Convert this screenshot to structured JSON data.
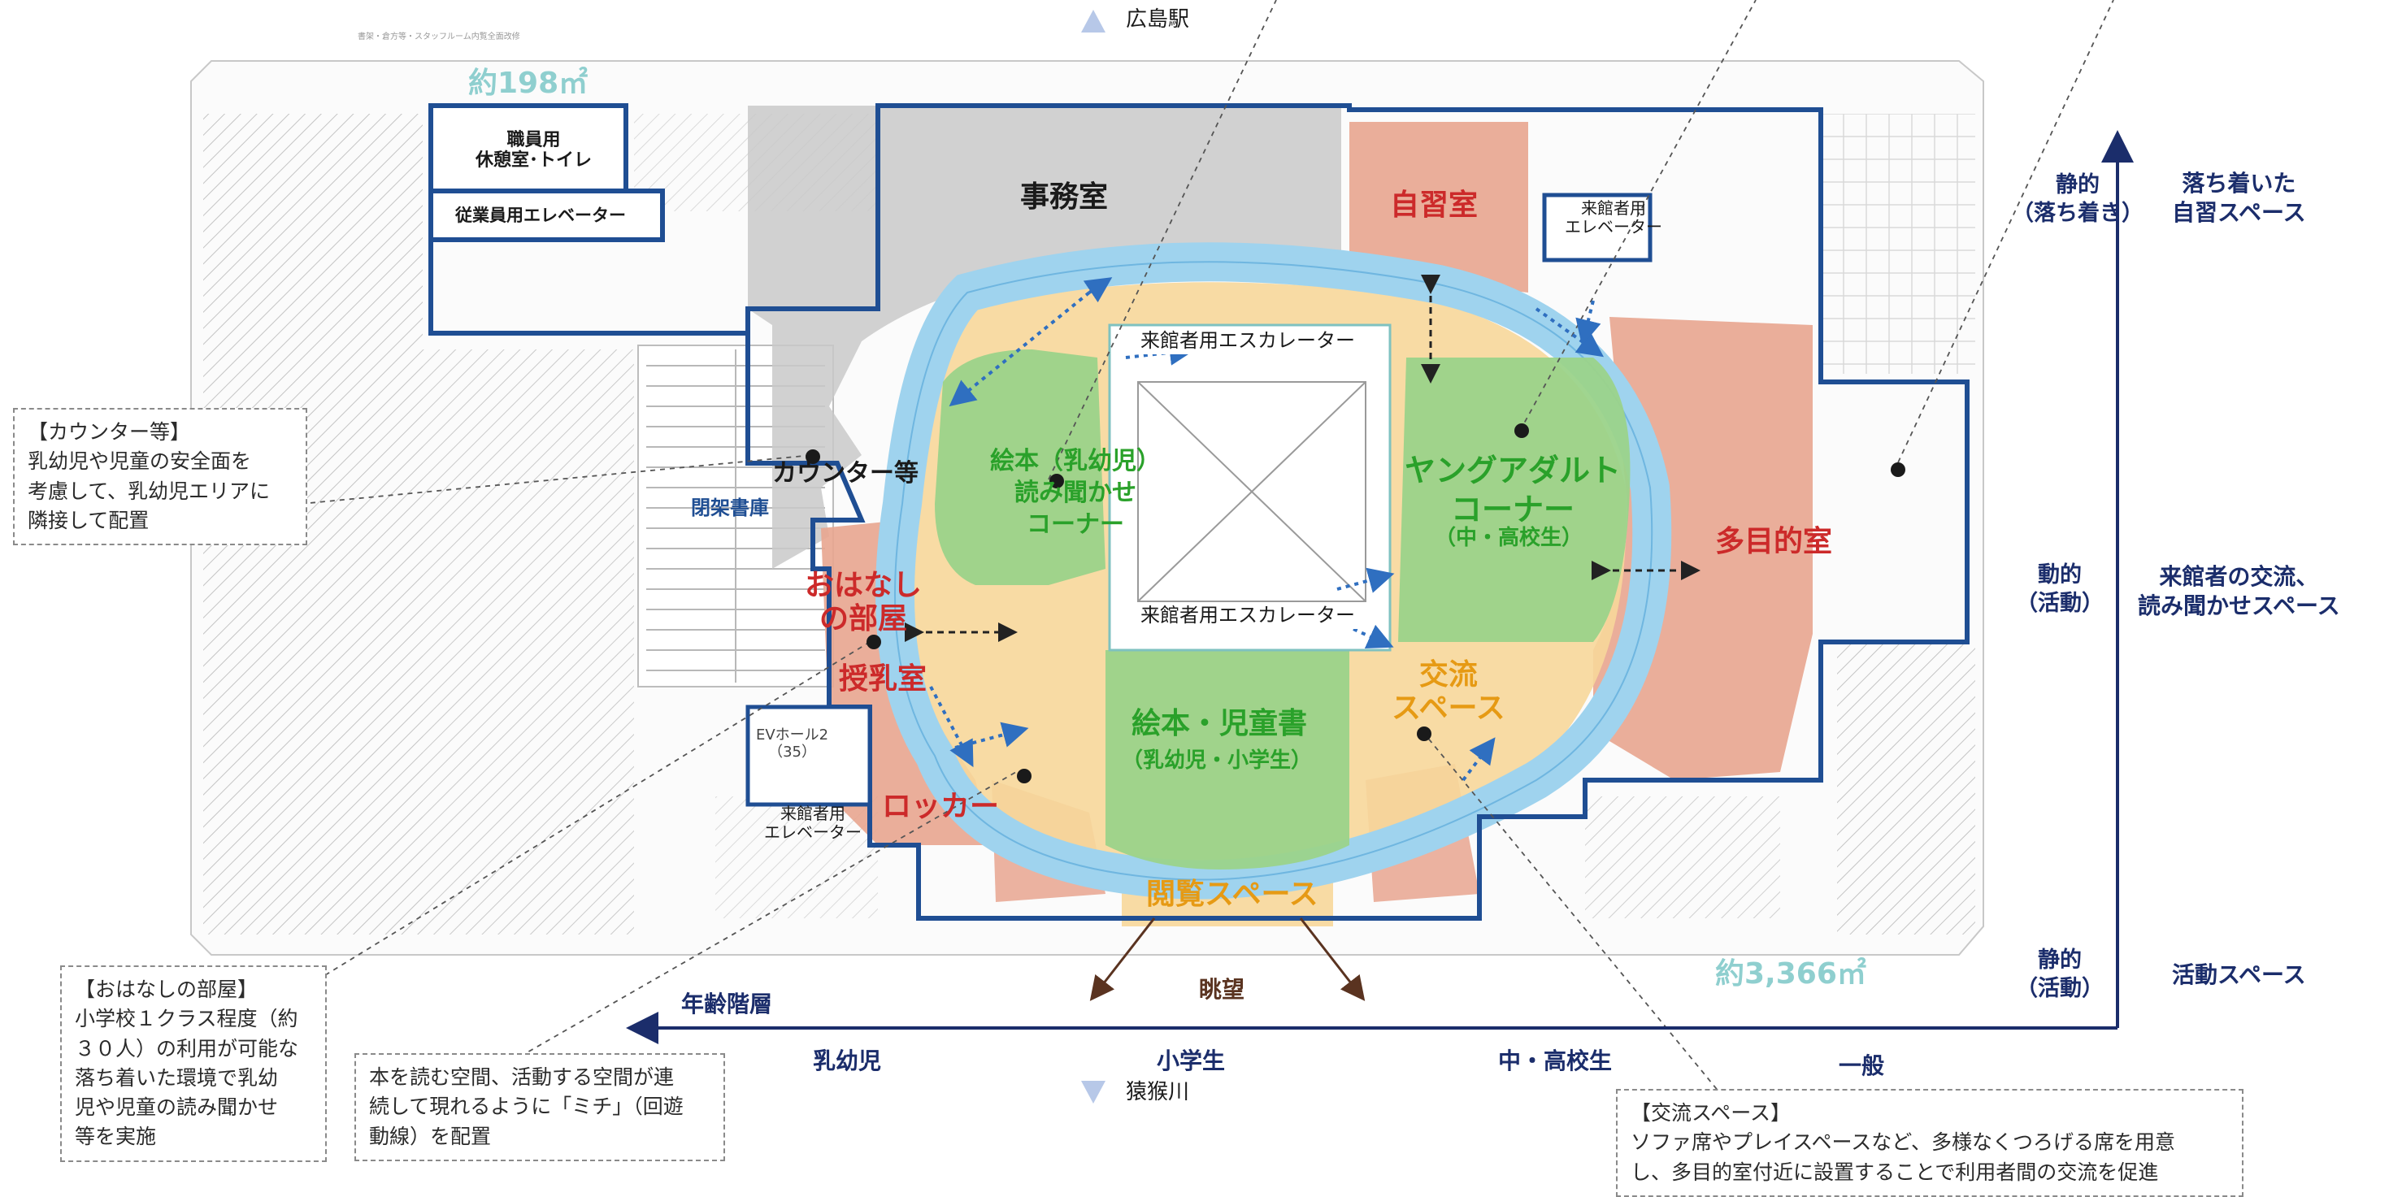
{
  "header": {
    "north_label": "広島駅",
    "tiny_caption": "書架・倉方等・スタッフルーム内覧全面改修"
  },
  "south_label": "猿猴川",
  "areas": {
    "top_area": "約198㎡",
    "total_area": "約3,366㎡"
  },
  "rooms": {
    "staff_rest": "職員用\n休憩室･トイレ",
    "staff_elevator": "従業員用エレベーター",
    "office": "事務室",
    "study_room": "自習室",
    "visitor_elevator_top": "来館者用\nエレベーター",
    "escalator_top": "来館者用エスカレーター",
    "escalator_bottom": "来館者用エスカレーター",
    "counter": "カウンター等",
    "closed_stacks": "閉架書庫",
    "picture_books_infant": "絵本（乳幼児）\n読み聞かせ\nコーナー",
    "young_adult": "ヤングアダルト\nコーナー",
    "young_adult_sub": "（中・高校生）",
    "multipurpose": "多目的室",
    "story_room": "おはなし\nの部屋",
    "nursing_room": "授乳室",
    "lockers": "ロッカー",
    "picture_books_children": "絵本・児童書",
    "picture_books_children_sub": "（乳幼児・小学生）",
    "exchange_space": "交流\nスペース",
    "reading_space": "閲覧スペース",
    "view": "眺望",
    "visitor_elevator_bottom": "来館者用\nエレベーター",
    "ev_hall_2": "EVホール2\n（35）"
  },
  "axis": {
    "y_top": "静的\n（落ち着き）",
    "y_mid": "動的\n（活動）",
    "y_bottom": "静的\n（活動）",
    "x_title": "年齢階層",
    "x_ticks": [
      "乳幼児",
      "小学生",
      "中・高校生",
      "一般"
    ],
    "right_top": "落ち着いた\n自習スペース",
    "right_mid": "来館者の交流、\n読み聞かせスペース",
    "right_bottom": "活動スペース"
  },
  "notes": {
    "counter": {
      "title": "【カウンター等】",
      "body": [
        "乳幼児や児童の安全面を",
        "考慮して、乳幼児エリアに",
        "隣接して配置"
      ]
    },
    "story": {
      "title": "【おはなしの部屋】",
      "body": [
        "小学校１クラス程度（約",
        "３０人）の利用が可能な",
        "落ち着いた環境で乳幼",
        "児や児童の読み聞かせ",
        "等を実施"
      ]
    },
    "michi": {
      "body": [
        "本を読む空間、活動する空間が連",
        "続して現れるように「ミチ」（回遊",
        "動線）を配置"
      ]
    },
    "exchange": {
      "title": "【交流スペース】",
      "body": [
        "ソファ席やプレイスペースなど、多様なくつろげる席を用意",
        "し、多目的室付近に設置することで利用者間の交流を促進"
      ]
    }
  },
  "colors": {
    "navy": "#1b2d6b",
    "red_zone": "#e8a58f",
    "green_zone": "#9bd38a",
    "gray_zone": "#c9c9c9",
    "orange_zone": "#f7d79a",
    "loop_blue": "#9fd3ee"
  }
}
